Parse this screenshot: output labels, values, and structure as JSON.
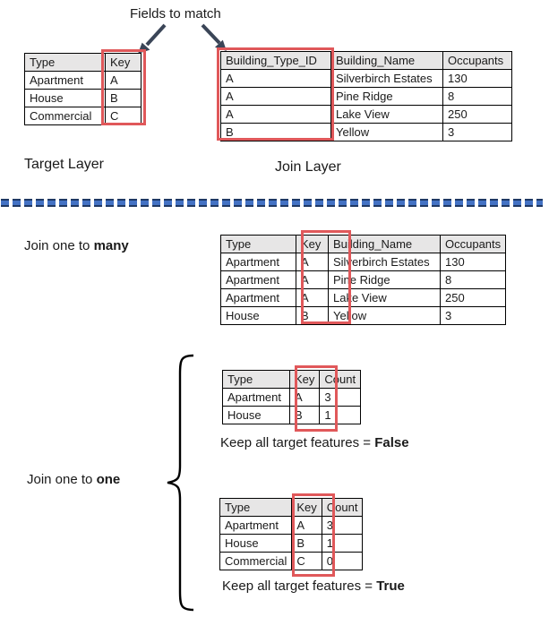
{
  "colors": {
    "red_box": "#e0585a",
    "header_bg": "#e7e6e6",
    "divider_dark": "#1f3864",
    "divider_light": "#4472c4",
    "arrow": "#3a4557"
  },
  "header": {
    "title": "Fields to match"
  },
  "top": {
    "target_table": {
      "headers": [
        "Type",
        "Key"
      ],
      "rows": [
        [
          "Apartment",
          "A"
        ],
        [
          "House",
          "B"
        ],
        [
          "Commercial",
          "C"
        ]
      ],
      "caption": "Target Layer"
    },
    "join_table": {
      "headers": [
        "Building_Type_ID",
        "Building_Name",
        "Occupants"
      ],
      "rows": [
        [
          "A",
          "Silverbirch Estates",
          "130"
        ],
        [
          "A",
          "Pine Ridge",
          "8"
        ],
        [
          "A",
          "Lake View",
          "250"
        ],
        [
          "B",
          "Yellow",
          "3"
        ]
      ],
      "caption": "Join Layer"
    }
  },
  "one_to_many": {
    "label_prefix": "Join one to ",
    "label_bold": "many",
    "table": {
      "headers": [
        "Type",
        "Key",
        "Building_Name",
        "Occupants"
      ],
      "rows": [
        [
          "Apartment",
          "A",
          "Silverbirch Estates",
          "130"
        ],
        [
          "Apartment",
          "A",
          "Pine Ridge",
          "8"
        ],
        [
          "Apartment",
          "A",
          "Lake View",
          "250"
        ],
        [
          "House",
          "B",
          "Yellow",
          "3"
        ]
      ]
    }
  },
  "one_to_one": {
    "label_prefix": "Join one to ",
    "label_bold": "one",
    "false_case": {
      "table": {
        "headers": [
          "Type",
          "Key",
          "Count"
        ],
        "rows": [
          [
            "Apartment",
            "A",
            "3"
          ],
          [
            "House",
            "B",
            "1"
          ]
        ]
      },
      "caption_prefix": "Keep all target features = ",
      "caption_bold": "False"
    },
    "true_case": {
      "table": {
        "headers": [
          "Type",
          "Key",
          "Count"
        ],
        "rows": [
          [
            "Apartment",
            "A",
            "3"
          ],
          [
            "House",
            "B",
            "1"
          ],
          [
            "Commercial",
            "C",
            "0"
          ]
        ]
      },
      "caption_prefix": "Keep all target features = ",
      "caption_bold": "True"
    }
  }
}
